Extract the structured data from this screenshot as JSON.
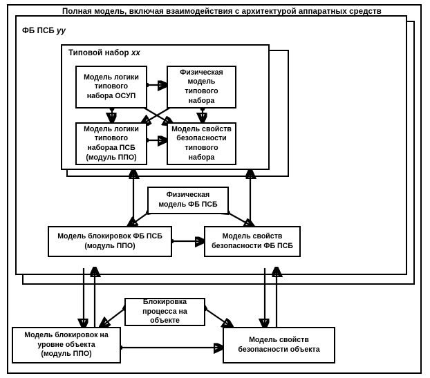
{
  "diagram": {
    "title": "Полная модель, включая взаимодействия с архитектурой аппаратных средств",
    "frames": [
      {
        "id": "outer",
        "label": "Полная модель, включая взаимодействия с архитектурой аппаратных средств"
      },
      {
        "id": "fb_psb",
        "label": "ФБ ПСБ ",
        "label_italic": "yy"
      },
      {
        "id": "typeset",
        "label": "Типовой набор ",
        "label_italic": "xx"
      }
    ],
    "nodes": {
      "logic_osup": "Модель логики\nтиповогo\nнабора ОСУП",
      "phys_typeset": "Физическая\nмодель\nтиповогo\nнабора",
      "logic_psb": "Модель логики\nтиповогo\nнабораа ПСБ\n(модуль ППО)",
      "safety_typeset": "Модель свойств\nбезопасности\nтиповогo\nнабора",
      "phys_fbpsb": "Физическая\nмодель ФБ ПСБ",
      "block_fbpsb": "Модель блокировок ФБ ПСБ\n(модуль ППО)",
      "safety_fbpsb": "Модель свойств\nбезопасности ФБ ПСБ",
      "block_process": "Блокировка\nпроцесса на объекте",
      "block_object": "Модель блокировок на\nуровне объекта\n(модуль ППО)",
      "safety_object": "Модель свойств\nбезопасности объекта"
    },
    "connections": [
      {
        "from": "logic_osup",
        "to": "phys_typeset",
        "type": "bidirectional"
      },
      {
        "from": "logic_osup",
        "to": "logic_psb",
        "type": "bidirectional"
      },
      {
        "from": "logic_osup",
        "to": "safety_typeset",
        "type": "bidirectional"
      },
      {
        "from": "phys_typeset",
        "to": "logic_psb",
        "type": "bidirectional"
      },
      {
        "from": "phys_typeset",
        "to": "safety_typeset",
        "type": "bidirectional"
      },
      {
        "from": "logic_psb",
        "to": "safety_typeset",
        "type": "bidirectional"
      },
      {
        "from": "phys_fbpsb",
        "to": "block_fbpsb",
        "type": "bidirectional"
      },
      {
        "from": "phys_fbpsb",
        "to": "safety_fbpsb",
        "type": "bidirectional"
      },
      {
        "from": "block_fbpsb",
        "to": "safety_fbpsb",
        "type": "bidirectional"
      },
      {
        "from": "block_fbpsb",
        "to": "logic_psb",
        "type": "up"
      },
      {
        "from": "safety_fbpsb",
        "to": "safety_typeset",
        "type": "up"
      },
      {
        "from": "block_process",
        "to": "block_object",
        "type": "bidirectional"
      },
      {
        "from": "block_process",
        "to": "safety_object",
        "type": "bidirectional"
      },
      {
        "from": "block_object",
        "to": "safety_object",
        "type": "bidirectional"
      },
      {
        "from": "block_object",
        "to": "block_fbpsb",
        "type": "bidirectional-pair"
      },
      {
        "from": "safety_object",
        "to": "safety_fbpsb",
        "type": "bidirectional-pair"
      }
    ],
    "colors": {
      "line": "#000000",
      "fill": "#ffffff"
    }
  }
}
